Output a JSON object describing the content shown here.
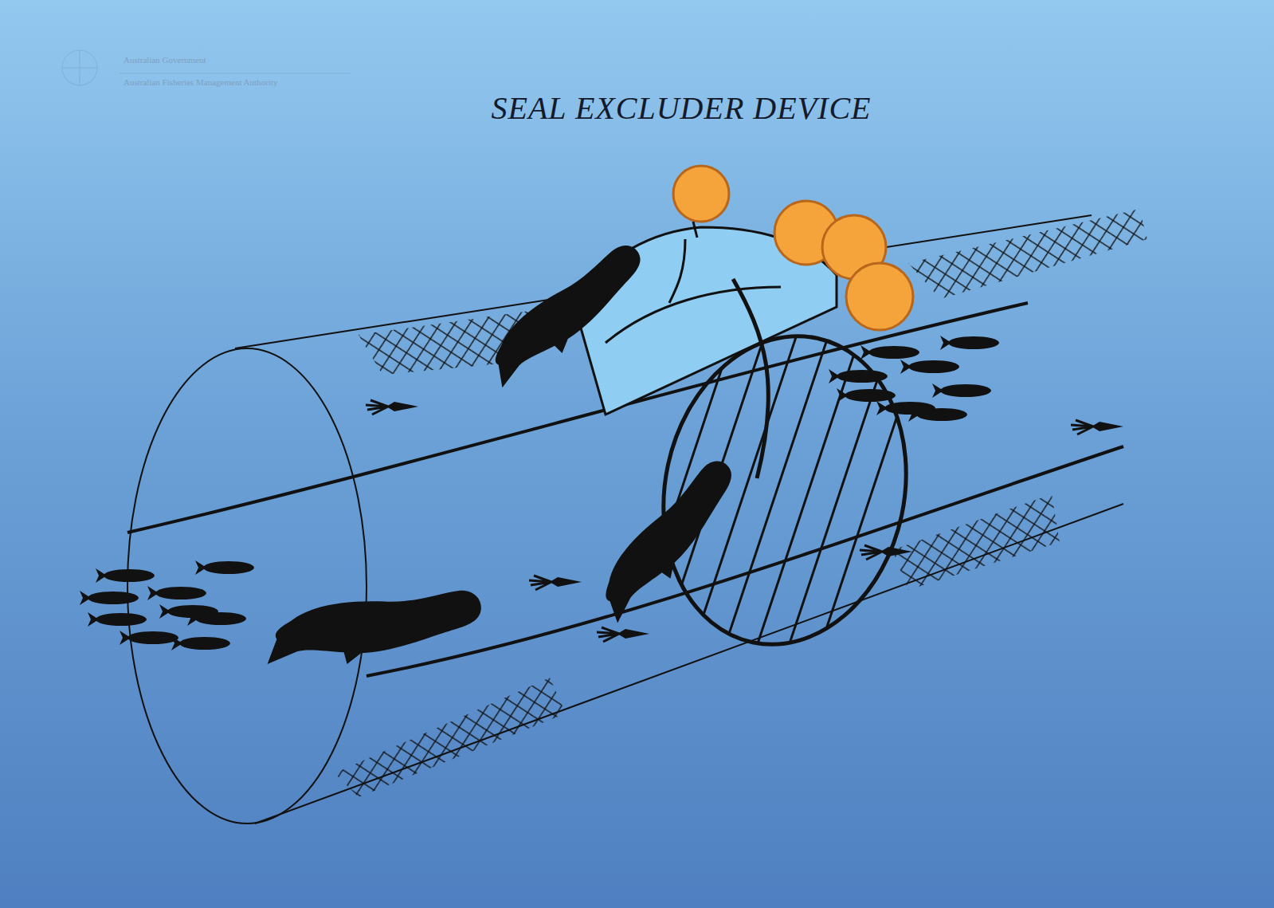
{
  "diagram": {
    "title": "SEAL EXCLUDER DEVICE",
    "labels": [
      "Australian Government",
      "Australian Fisheries Management Authority"
    ]
  }
}
